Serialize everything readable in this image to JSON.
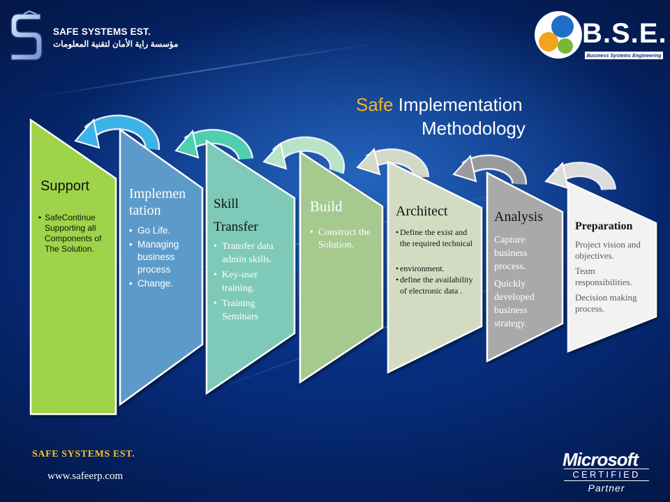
{
  "header": {
    "company_name": "SAFE SYSTEMS EST.",
    "company_name_arabic": "مؤسسة راية الأمان لتقنية المعلومات",
    "partner_logo_text": "B.S.E.",
    "partner_logo_subtitle": "Business Systems Engineering"
  },
  "title": {
    "accent": "Safe",
    "rest": " Implementation",
    "line2": "Methodology",
    "accent_color": "#f6b41e"
  },
  "steps": {
    "support": {
      "title": "Support",
      "color": "#9fd348",
      "bullets": [
        "SafeContinue Supporting all Components of The Solution."
      ]
    },
    "implementation": {
      "title": "Implementation",
      "title_line1": "Implemen",
      "title_line2": "tation",
      "color": "#5b9bc9",
      "bullets": [
        "Go Life.",
        "Managing business process",
        "Change."
      ]
    },
    "skill_transfer": {
      "title_line1": "Skill",
      "title_line2": "Transfer",
      "color": "#7ec9b8",
      "bullets": [
        "Transfer data admin skills.",
        "Key-user training.",
        "Training Seminars"
      ]
    },
    "build": {
      "title": "Build",
      "color": "#a5c98f",
      "bullets": [
        "Construct the Solution."
      ]
    },
    "architect": {
      "title": "Architect",
      "color": "#d3dcc3",
      "bullets": [
        "Define the exist and the required technical",
        "environment.",
        "define the availability  of electronic data ."
      ]
    },
    "analysis": {
      "title": "Analysis",
      "color": "#a9a9a9",
      "paragraphs": [
        "Capture business process.",
        "Quickly developed business strategy."
      ]
    },
    "preparation": {
      "title": "Preparation",
      "color": "#f2f2f2",
      "paragraphs": [
        "Project vision and objectives.",
        "Team responsibilities.",
        "Decision making process."
      ]
    }
  },
  "footer": {
    "company": "SAFE  SYSTEMS  EST.",
    "url": "www.safeerp.com",
    "badge_brand": "Microsoft",
    "badge_certified": "CERTIFIED",
    "badge_partner": "Partner"
  }
}
